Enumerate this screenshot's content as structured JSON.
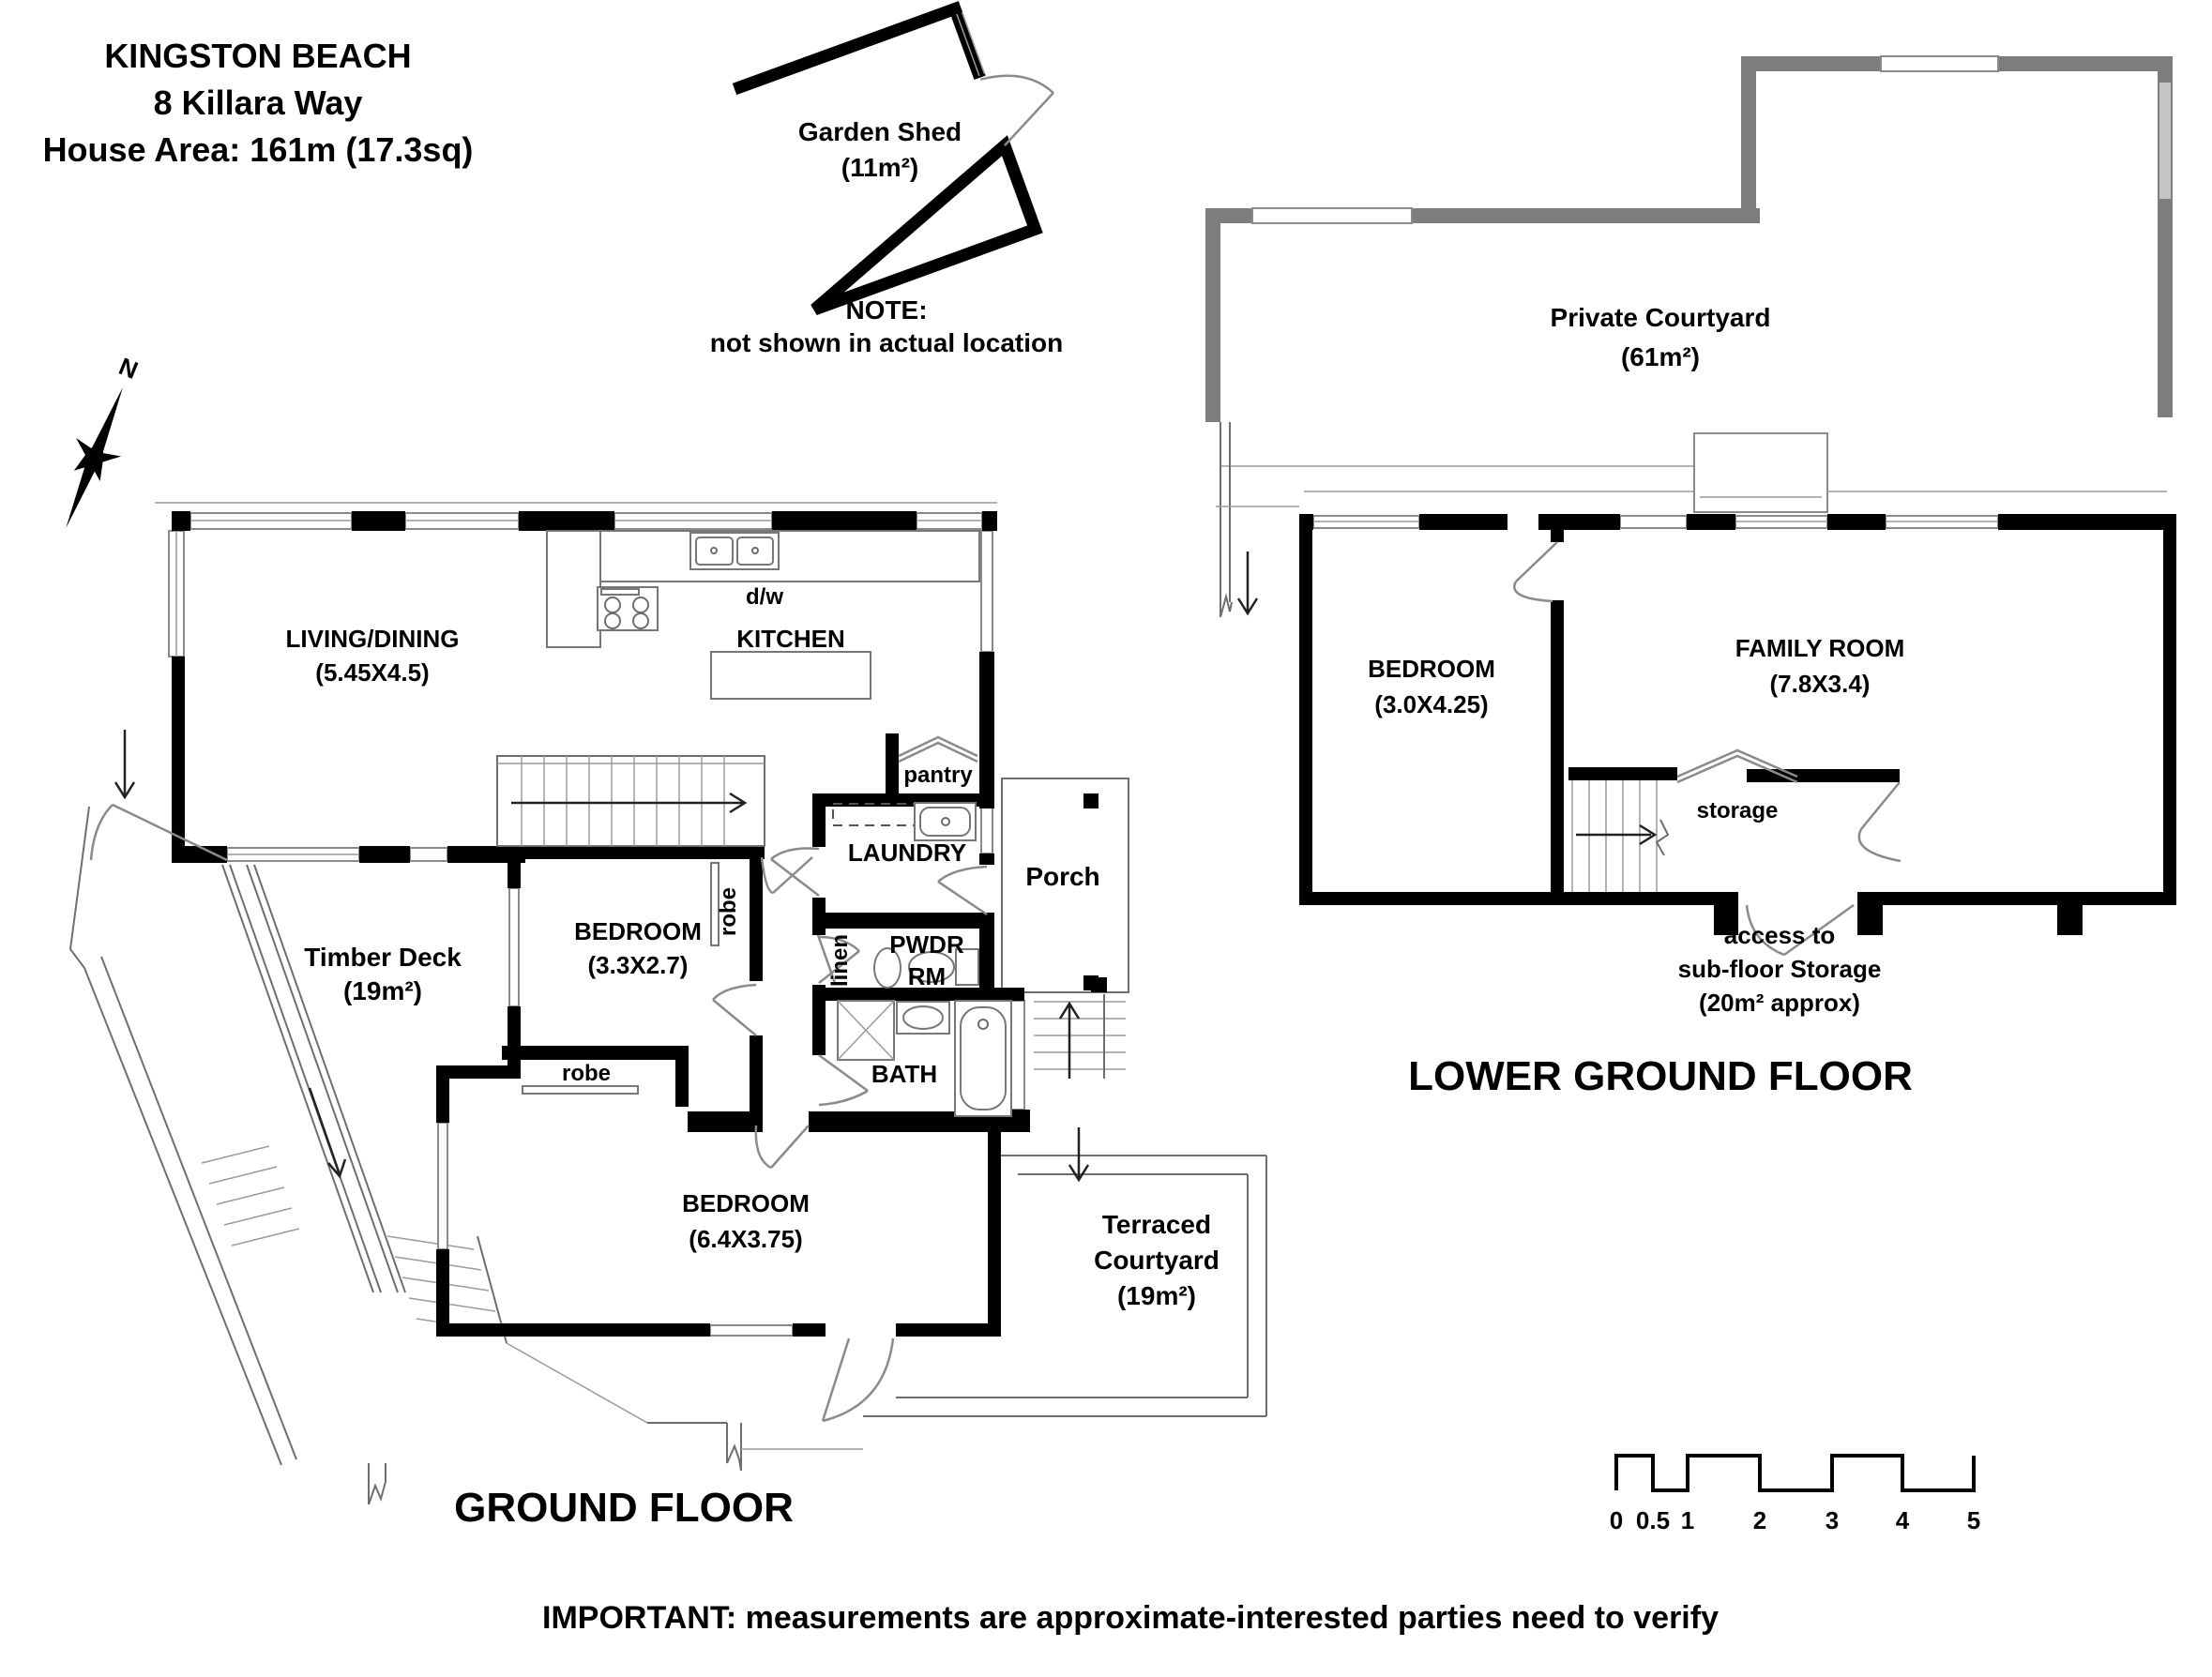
{
  "header": {
    "line1": "KINGSTON BEACH",
    "line2": "8 Killara Way",
    "line3": "House Area: 161m (17.3sq)"
  },
  "garden_shed": {
    "label": "Garden Shed",
    "area": "(11m²)",
    "note_title": "NOTE:",
    "note_text": "not shown in actual location"
  },
  "compass": {
    "north_label": "N"
  },
  "ground_floor": {
    "title": "GROUND FLOOR",
    "living_dining": {
      "label": "LIVING/DINING",
      "dims": "(5.45X4.5)"
    },
    "kitchen": {
      "label": "KITCHEN",
      "dishwasher": "d/w",
      "pantry": "pantry"
    },
    "laundry": {
      "label": "LAUNDRY"
    },
    "porch": {
      "label": "Porch"
    },
    "bedroom1": {
      "label": "BEDROOM",
      "dims": "(3.3X2.7)",
      "robe": "robe"
    },
    "bedroom2": {
      "label": "BEDROOM",
      "dims": "(6.4X3.75)",
      "robe": "robe"
    },
    "powder_room": {
      "line1": "PWDR",
      "line2": "RM",
      "linen": "linen"
    },
    "bath": {
      "label": "BATH"
    },
    "timber_deck": {
      "label": "Timber Deck",
      "area": "(19m²)"
    },
    "terraced_courtyard": {
      "line1": "Terraced",
      "line2": "Courtyard",
      "area": "(19m²)"
    }
  },
  "lower_ground_floor": {
    "title": "LOWER GROUND FLOOR",
    "private_courtyard": {
      "label": "Private Courtyard",
      "area": "(61m²)"
    },
    "bedroom": {
      "label": "BEDROOM",
      "dims": "(3.0X4.25)"
    },
    "family_room": {
      "label": "FAMILY ROOM",
      "dims": "(7.8X3.4)"
    },
    "storage": {
      "label": "storage"
    },
    "access": {
      "line1": "access to",
      "line2": "sub-floor Storage",
      "line3": "(20m² approx)"
    }
  },
  "scale_bar": {
    "ticks": [
      "0",
      "0.5",
      "1",
      "2",
      "3",
      "4",
      "5"
    ]
  },
  "footer": {
    "disclaimer": "IMPORTANT: measurements are approximate-interested parties need to verify"
  }
}
